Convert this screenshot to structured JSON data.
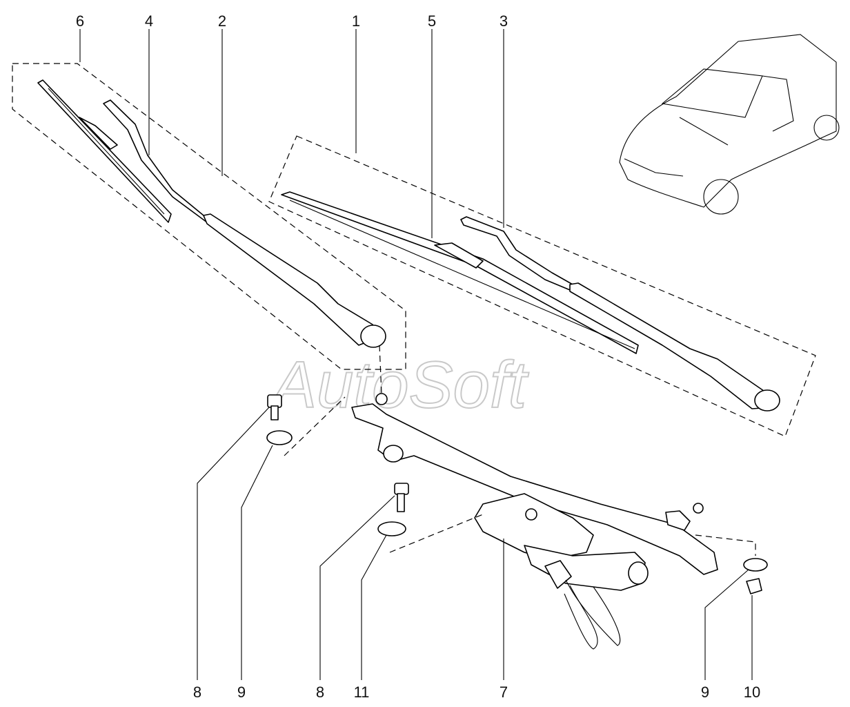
{
  "watermark": "AutoSoft",
  "callouts": {
    "c1": "1",
    "c2": "2",
    "c3": "3",
    "c4": "4",
    "c5": "5",
    "c6": "6",
    "c7": "7",
    "c8a": "8",
    "c8b": "8",
    "c9a": "9",
    "c9b": "9",
    "c10": "10",
    "c11": "11"
  },
  "icons": {
    "car": "car-outline-icon"
  }
}
